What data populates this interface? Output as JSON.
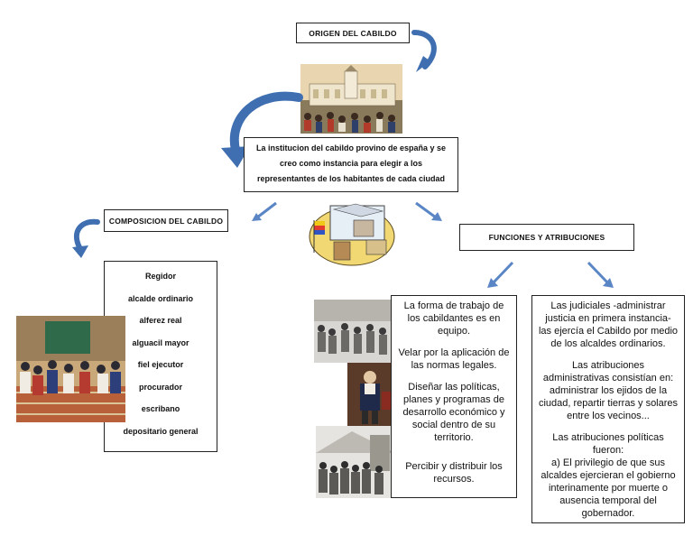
{
  "title": "ORIGEN DEL CABILDO",
  "intro_text": "La institucion del cabildo provino de españa y se creo como instancia para elegir a los representantes de los habitantes de cada ciudad",
  "composition": {
    "title": "COMPOSICION DEL CABILDO",
    "members": [
      "Regidor",
      "alcalde ordinario",
      "alferez real",
      "alguacil mayor",
      "fiel ejecutor",
      "procurador",
      "escribano",
      "depositario general"
    ]
  },
  "functions": {
    "title": "FUNCIONES Y ATRIBUCIONES",
    "left_items": [
      "La forma de trabajo de los cabildantes es en equipo.",
      "Velar por la aplicación de las normas legales.",
      "Diseñar las políticas, planes y programas de desarrollo económico y social dentro de su territorio.",
      "Percibir y distribuir los recursos."
    ],
    "right_items": [
      "Las judiciales -administrar justicia en primera instancia- las ejercía el Cabildo por medio de los alcaldes ordinarios.",
      "Las atribuciones administrativas consistían en: administrar los ejidos de la ciudad, repartir tierras y solares entre los vecinos...",
      "Las atribuciones políticas fueron:\na) El privilegio de que sus alcaldes ejercieran el gobierno interinamente por muerte o ausencia temporal del gobernador."
    ]
  },
  "colors": {
    "curved_arrow": "#3f6fb0",
    "arrow_light": "#5b86c6",
    "border": "#222222"
  }
}
